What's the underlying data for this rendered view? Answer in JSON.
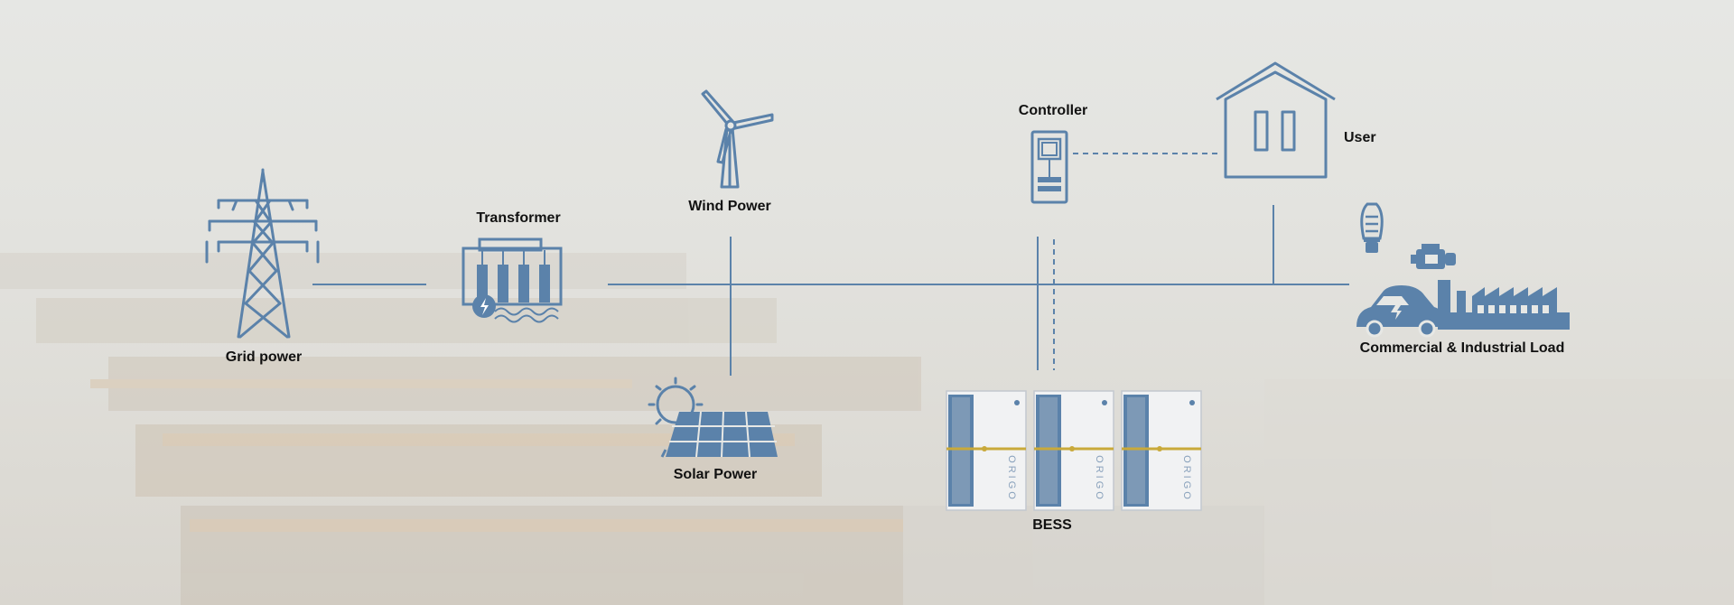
{
  "colors": {
    "icon": "#5b82aa",
    "line": "#5b82aa",
    "accent": "#c9a93a",
    "text": "#111111"
  },
  "nodes": {
    "grid": {
      "label": "Grid power",
      "icon": "transmission-tower-icon"
    },
    "transformer": {
      "label": "Transformer",
      "icon": "transformer-icon"
    },
    "wind": {
      "label": "Wind Power",
      "icon": "wind-turbine-icon"
    },
    "solar": {
      "label": "Solar Power",
      "icon": "solar-panel-icon"
    },
    "controller": {
      "label": "Controller",
      "icon": "controller-icon"
    },
    "bess": {
      "label": "BESS",
      "icon": "battery-cabinet-icon",
      "cabinet_brand": "ORIGO"
    },
    "user": {
      "label": "User",
      "icon": "house-icon"
    },
    "load": {
      "label": "Commercial & Industrial Load",
      "icons": [
        "light-bulb-icon",
        "engine-icon",
        "electric-car-icon",
        "factory-icon"
      ]
    }
  }
}
